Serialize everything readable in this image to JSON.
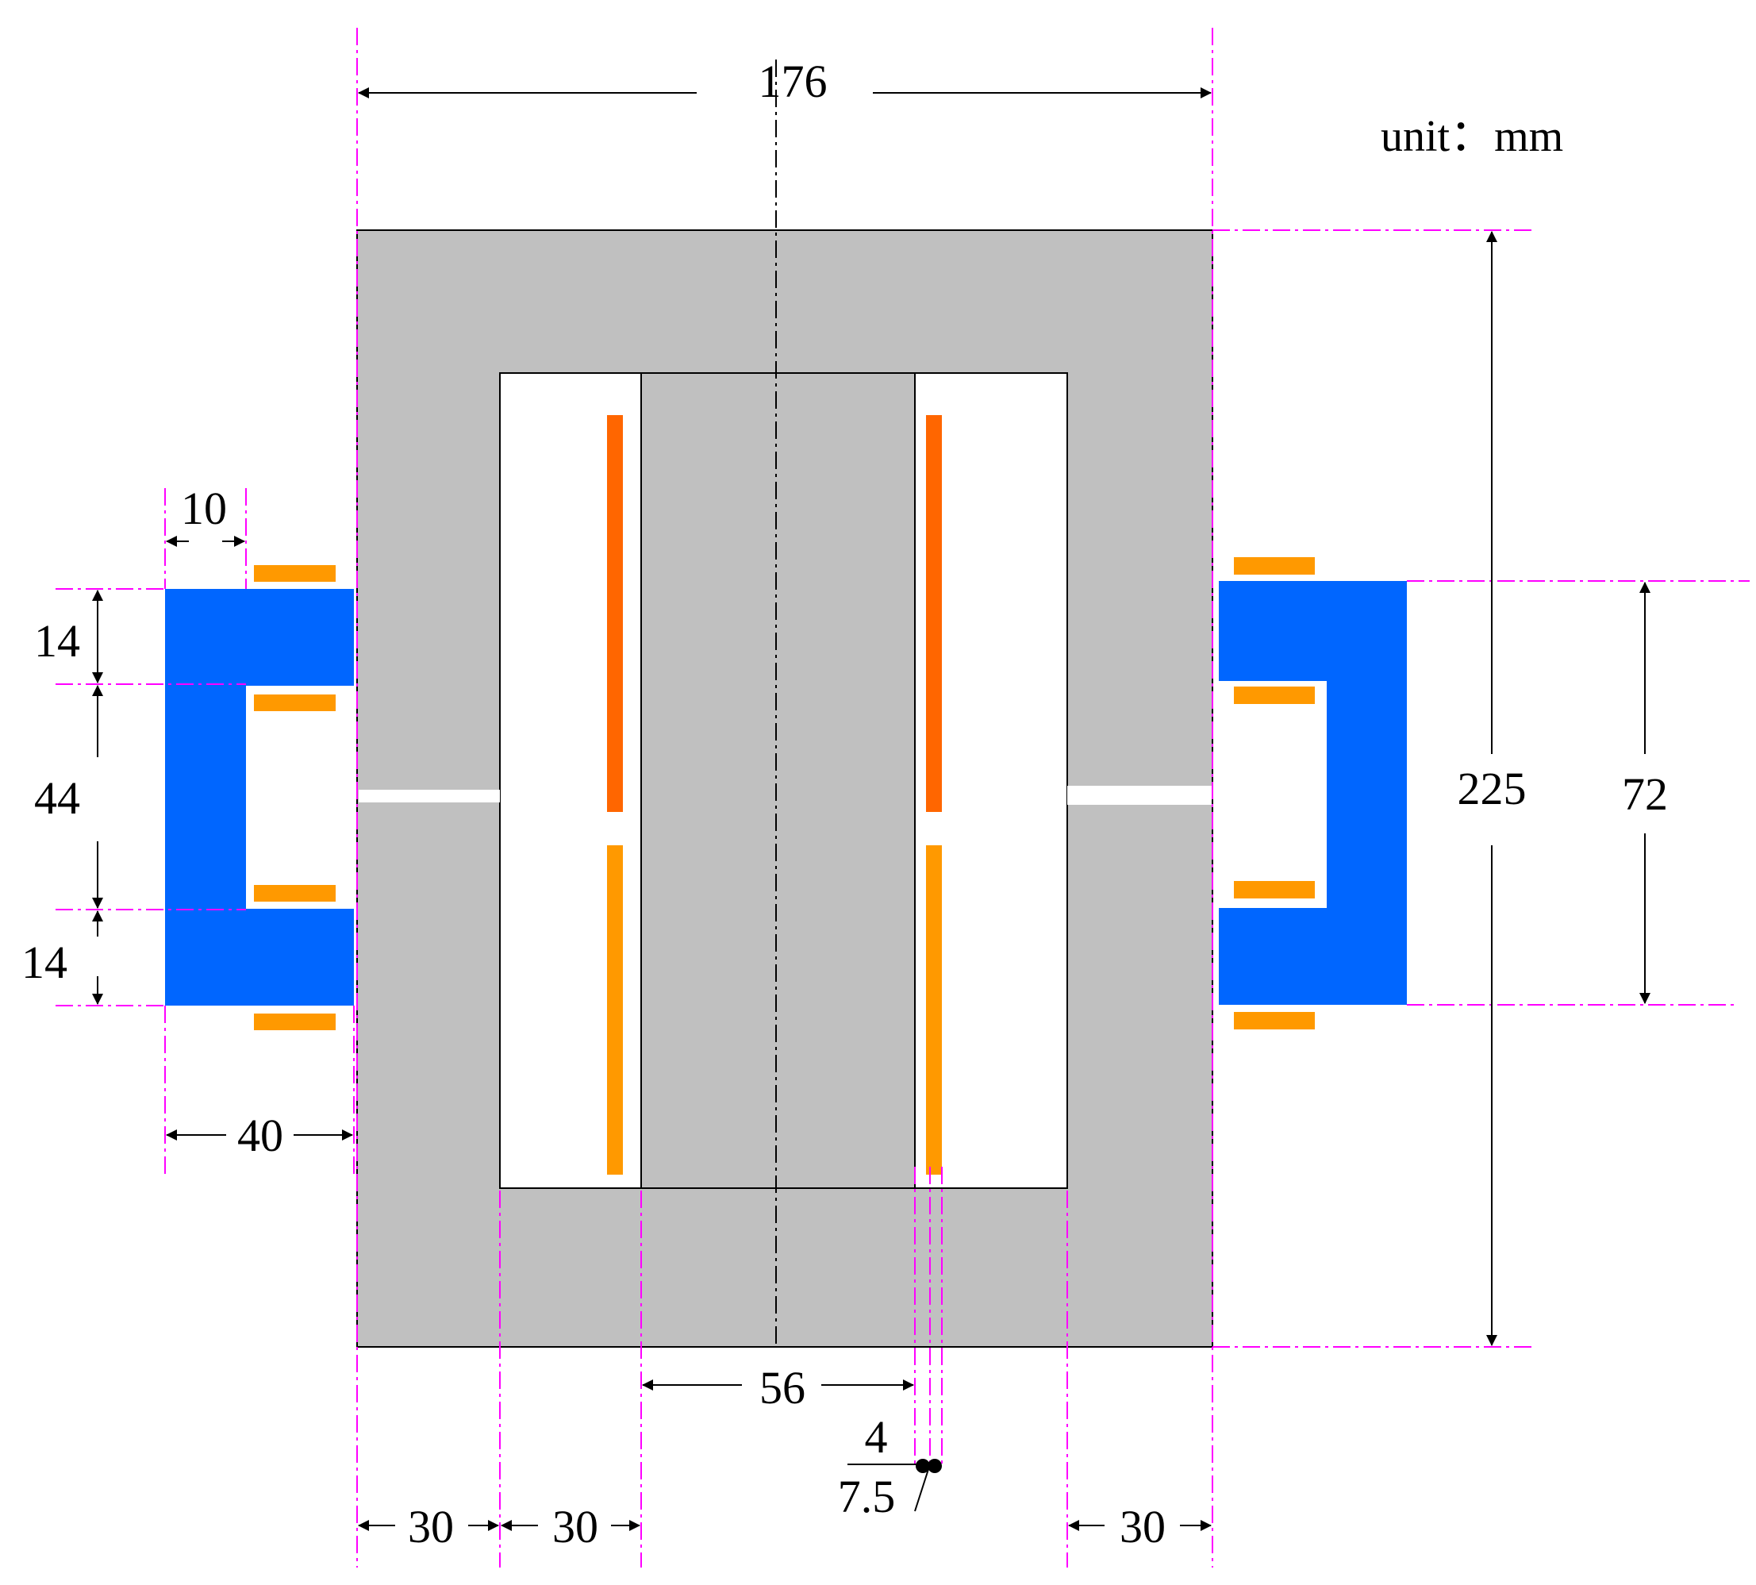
{
  "unit_label": "unit：mm",
  "colors": {
    "core_gray": "#c0c0c0",
    "blue_core": "#0066ff",
    "winding_orange": "#ff9900",
    "winding_dark_orange": "#ff6600",
    "guide_line": "#ff00ff",
    "outline": "#000000"
  },
  "dimensions": {
    "overall_width": "176",
    "overall_height": "225",
    "side_core_height": "72",
    "left_core_flange_top": "14",
    "left_core_gap": "44",
    "left_core_flange_bottom": "14",
    "left_core_leg_width": "10",
    "left_core_width": "40",
    "center_leg_width": "56",
    "winding_offset": "4",
    "winding_offset_total": "7.5",
    "outer_leg_left": "30",
    "window_left": "30",
    "outer_leg_right": "30"
  }
}
